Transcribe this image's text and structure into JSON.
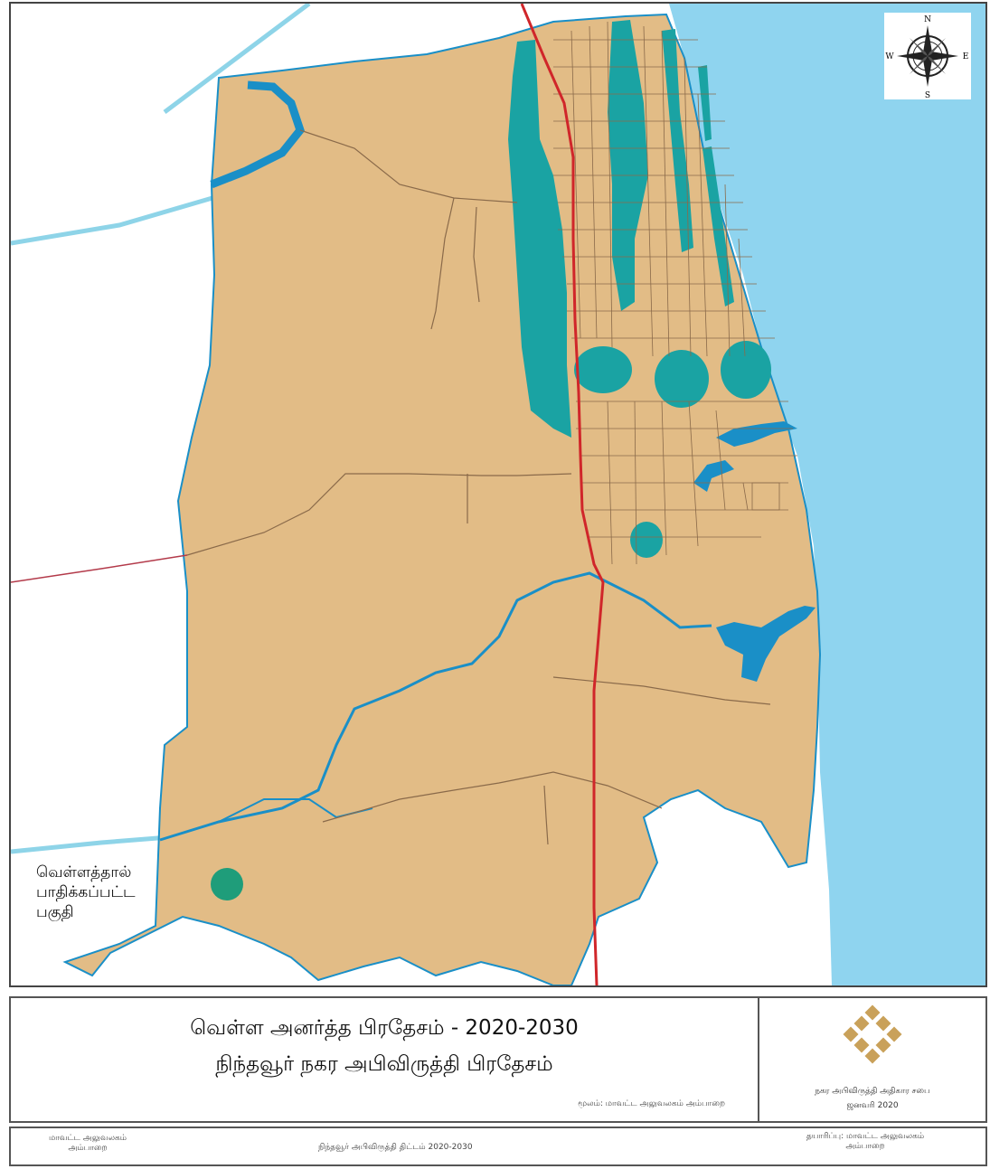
{
  "map": {
    "colors": {
      "land": "#e2bc86",
      "sea": "#8fd4ef",
      "water": "#1a8fc7",
      "lagoon": "#1aa3a3",
      "road": "#8a6a4a",
      "highway": "#d0262a",
      "boundary": "#b33a4a",
      "river_ext": "#8ed4e8"
    },
    "compass": {
      "north": "N",
      "south": "S",
      "east": "E",
      "west": "W",
      "icon": "compass-rose-icon"
    },
    "legend": {
      "label": "வெள்ளத்தால்\nபாதிக்கப்பட்ட\nபகுதி",
      "swatch_color": "#1f9d7a"
    }
  },
  "title_block": {
    "line1": "வெள்ள அனர்த்த பிரதேசம்   - 2020-2030",
    "line2": "நிந்தவூர் நகர அபிவிருத்தி பிரதேசம்",
    "source": "மூலம்: மாவட்ட அலுவலகம் அம்பாறை",
    "org_name": "நகர அபிவிருத்தி அதிகார சபை",
    "org_date": "ஜனவரி 2020",
    "logo_icon": "uda-logo-icon"
  },
  "footer": {
    "left": "மாவட்ட அலுவலகம்\nஅம்பாறை",
    "center": "நிந்தவூர் அபிவிருத்தி திட்டம் 2020-2030",
    "right": "தயாரிப்பு: மாவட்ட அலுவலகம்\nஅம்பாறை"
  }
}
